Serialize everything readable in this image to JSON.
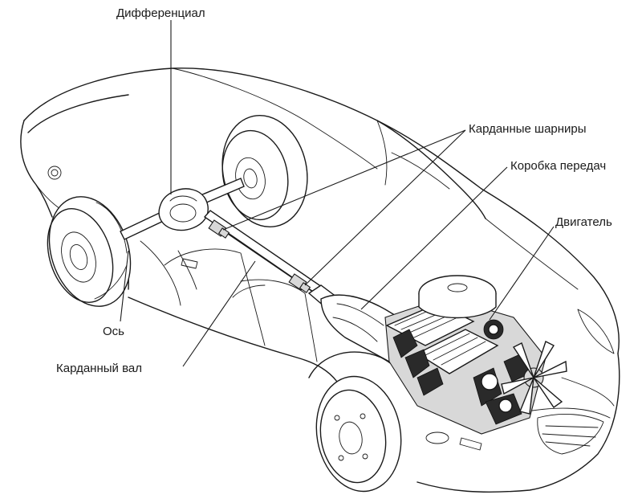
{
  "labels": {
    "differential": "Дифференциал",
    "cardan_joints": "Карданные шарниры",
    "gearbox": "Коробка передач",
    "engine": "Двигатель",
    "axle": "Ось",
    "driveshaft": "Карданный вал"
  }
}
